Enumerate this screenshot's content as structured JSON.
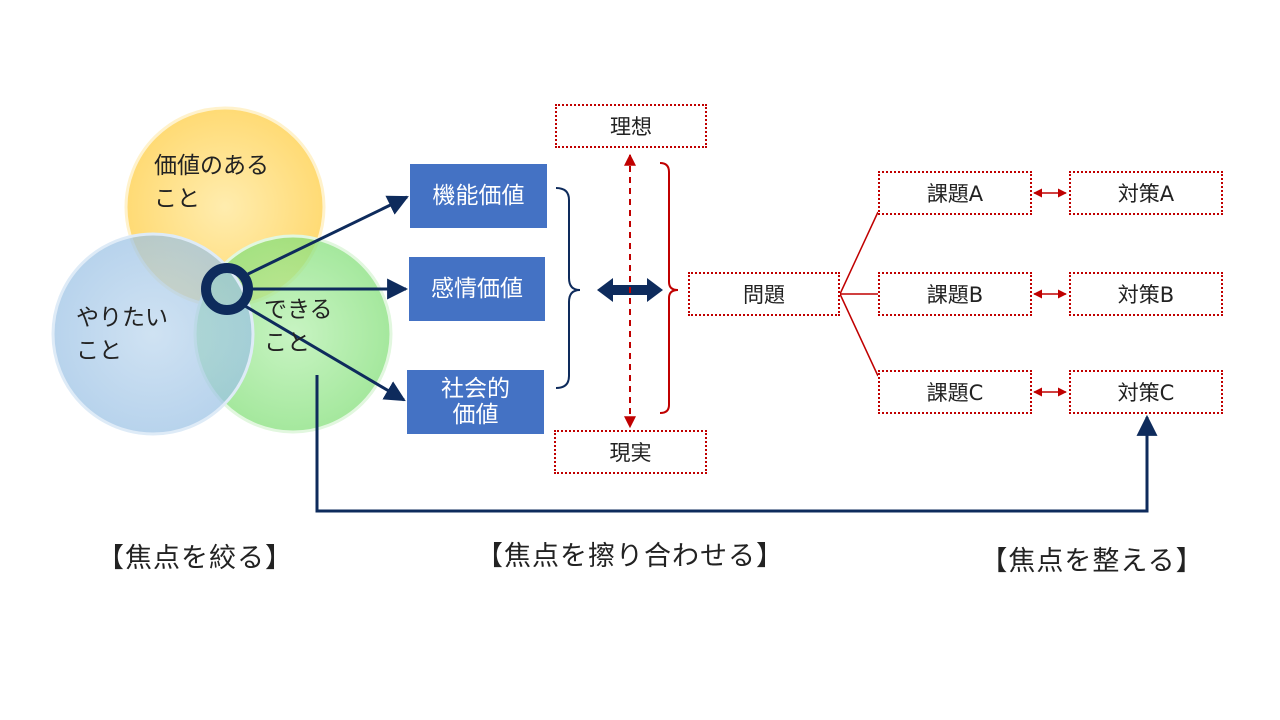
{
  "circles": {
    "value_label": "価値のある\nこと",
    "want_label": "やりたい\nこと",
    "can_label": "できる\nこと"
  },
  "value_boxes": {
    "functional": "機能価値",
    "emotional": "感情価値",
    "social": "社会的\n価値"
  },
  "gap": {
    "ideal": "理想",
    "reality": "現実",
    "problem": "問題"
  },
  "issues": [
    "課題A",
    "課題B",
    "課題C"
  ],
  "measures": [
    "対策A",
    "対策B",
    "対策C"
  ],
  "sections": {
    "focus": "【焦点を絞る】",
    "align": "【焦点を擦り合わせる】",
    "arrange": "【焦点を整える】"
  },
  "colors": {
    "value_circle": "#FFD966",
    "want_circle": "#9DC3E6",
    "can_circle": "#92E38A",
    "focus_ring": "#0E2B5C",
    "blue_box": "#4472C4",
    "red_accent": "#C00000",
    "navy_arrow": "#0E2B5C"
  }
}
